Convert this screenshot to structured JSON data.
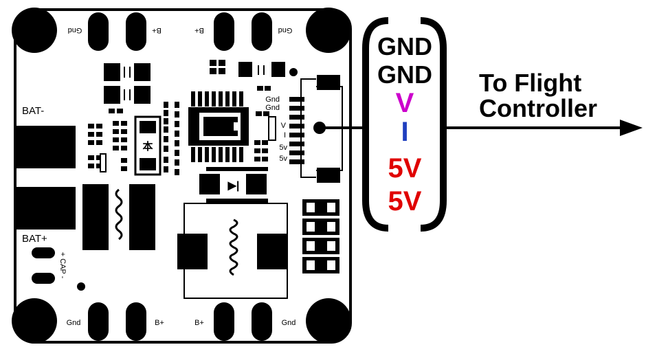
{
  "board": {
    "pads": {
      "top_left_gnd": "Gnd",
      "top_left_bplus": "B+",
      "top_right_bplus": "B+",
      "top_right_gnd": "Gnd",
      "bottom_left_gnd": "Gnd",
      "bottom_left_bplus": "B+",
      "bottom_right_bplus": "B+",
      "bottom_right_gnd": "Gnd"
    },
    "bat_minus": "BAT-",
    "bat_plus": "BAT+",
    "cap_label": "+ CAP -",
    "connector_pins": [
      "Gnd",
      "Gnd",
      "V",
      "I",
      "5v",
      "5v"
    ],
    "chip_glyph": "本",
    "led_glyph": "▶|"
  },
  "signals": [
    {
      "label": "GND",
      "color": "#000000"
    },
    {
      "label": "GND",
      "color": "#000000"
    },
    {
      "label": "V",
      "color": "#cc00cc"
    },
    {
      "label": "I",
      "color": "#1f3fbf"
    },
    {
      "label": "5V",
      "color": "#e00000"
    },
    {
      "label": "5V",
      "color": "#e00000"
    }
  ],
  "destination": {
    "line1": "To Flight",
    "line2": "Controller"
  }
}
